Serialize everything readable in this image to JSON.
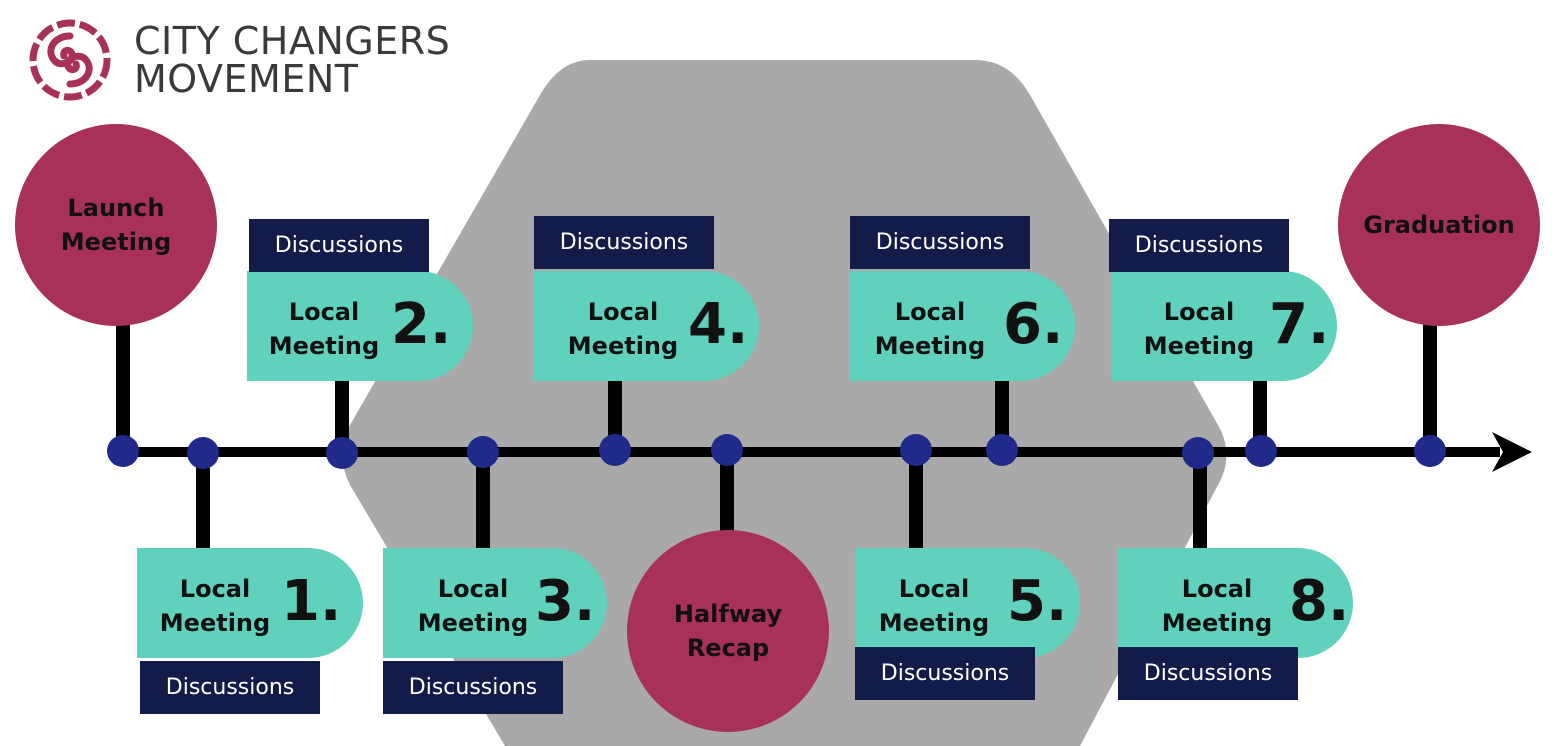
{
  "logo": {
    "line1": "CITY CHANGERS",
    "line2": "MOVEMENT",
    "icon": "swirl-logo-icon",
    "color": "#a83157"
  },
  "colors": {
    "milestone": "#a83157",
    "meeting": "#5fd1bc",
    "discussions": "#131c48",
    "node": "#1f2a8a",
    "background_shape": "#a9a9a9",
    "timeline": "#000000"
  },
  "milestones": {
    "launch": "Launch Meeting",
    "halfway": "Halfway Recap",
    "graduation": "Graduation"
  },
  "meetings": [
    {
      "label": "Local Meeting",
      "number": "1.",
      "discussions": "Discussions"
    },
    {
      "label": "Local Meeting",
      "number": "2.",
      "discussions": "Discussions"
    },
    {
      "label": "Local Meeting",
      "number": "3.",
      "discussions": "Discussions"
    },
    {
      "label": "Local Meeting",
      "number": "4.",
      "discussions": "Discussions"
    },
    {
      "label": "Local Meeting",
      "number": "5.",
      "discussions": "Discussions"
    },
    {
      "label": "Local Meeting",
      "number": "6.",
      "discussions": "Discussions"
    },
    {
      "label": "Local Meeting",
      "number": "7.",
      "discussions": "Discussions"
    },
    {
      "label": "Local Meeting",
      "number": "8.",
      "discussions": "Discussions"
    }
  ]
}
